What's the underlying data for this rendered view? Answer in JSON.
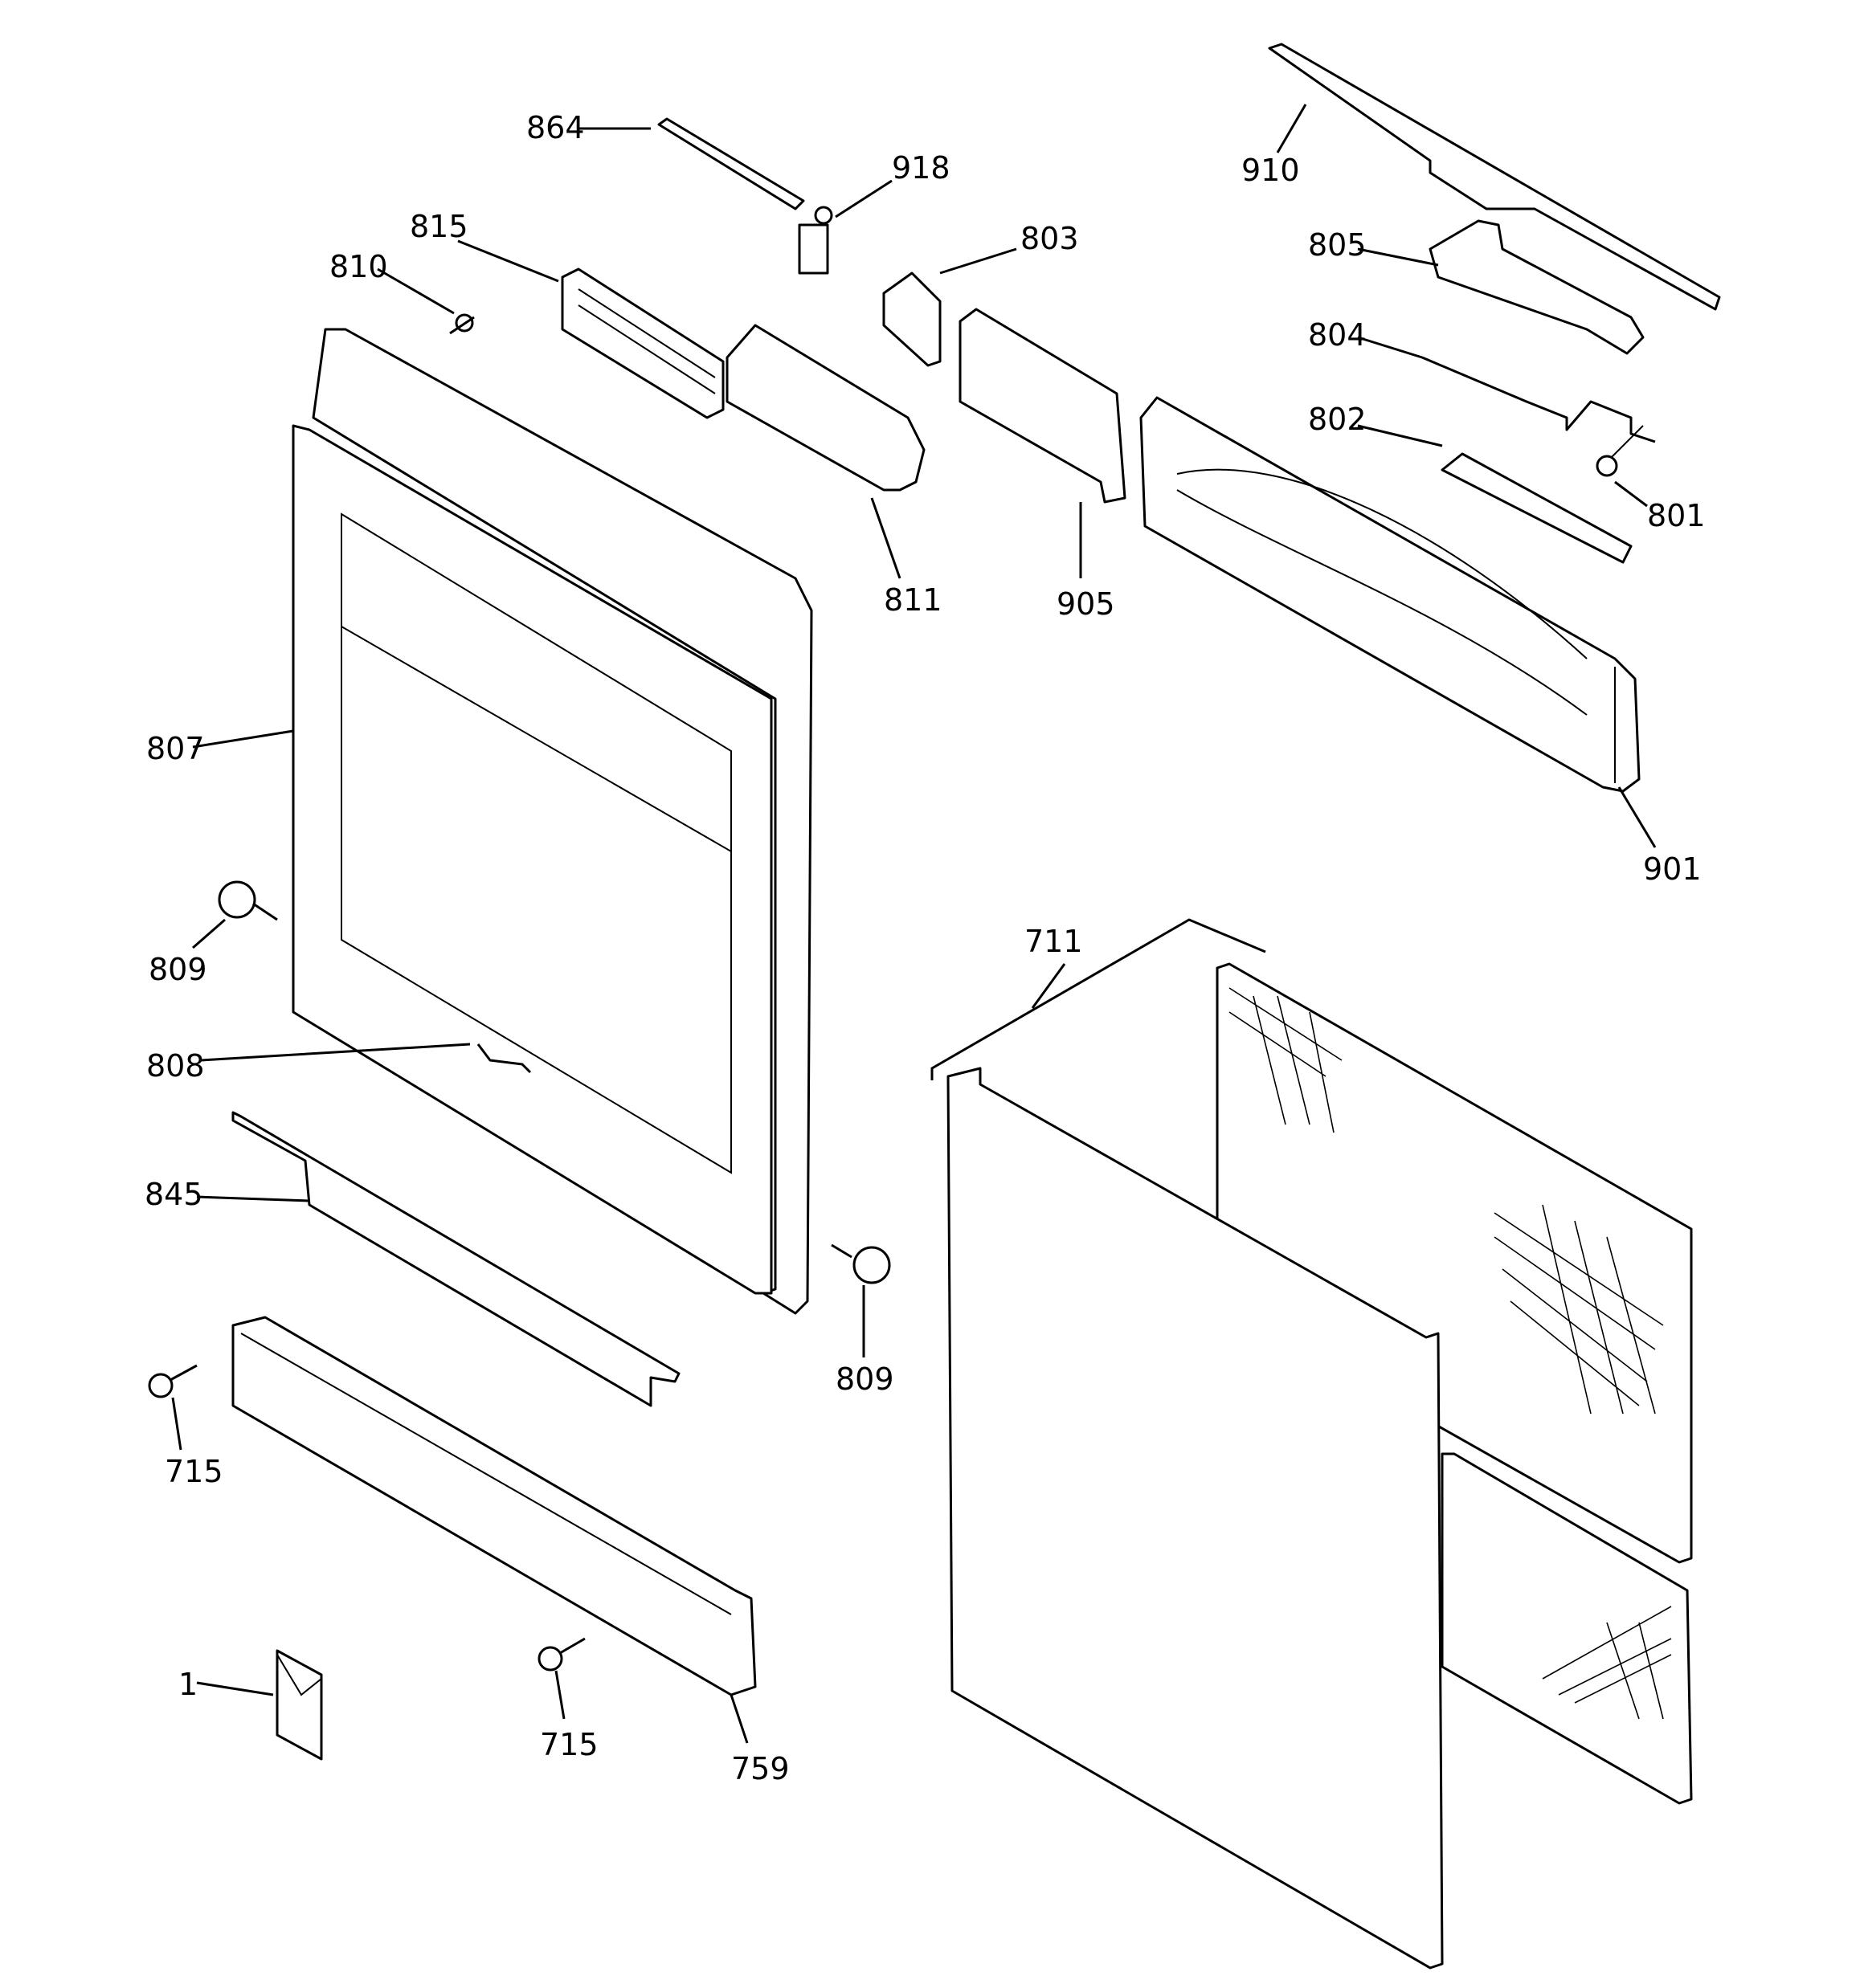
{
  "callouts": {
    "c864": "864",
    "c918": "918",
    "c910": "910",
    "c815": "815",
    "c810": "810",
    "c803": "803",
    "c805": "805",
    "c804": "804",
    "c802": "802",
    "c801": "801",
    "c811": "811",
    "c905": "905",
    "c807": "807",
    "c901": "901",
    "c809a": "809",
    "c711": "711",
    "c808": "808",
    "c845": "845",
    "c809b": "809",
    "c715a": "715",
    "c1": "1",
    "c715b": "715",
    "c759": "759"
  },
  "colors": {
    "line": "#000000",
    "background": "#ffffff"
  }
}
